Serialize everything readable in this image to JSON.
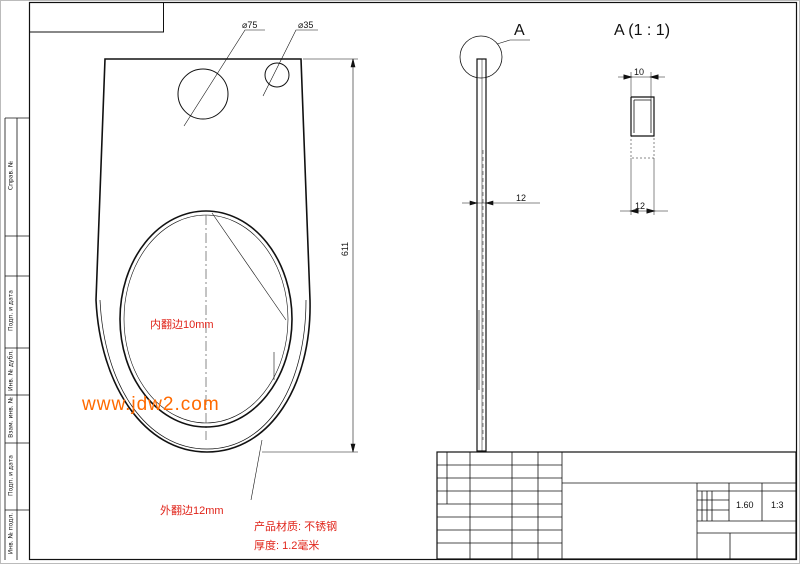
{
  "drawing": {
    "dims": {
      "hole_large": "⌀75",
      "hole_small": "⌀35",
      "height": "611",
      "thickness": "12",
      "detail_top": "10",
      "detail_bottom": "12"
    },
    "view_labels": {
      "section_marker": "A",
      "detail_title": "A (1 : 1)"
    },
    "notes": {
      "inner_flange": "内翻边10mm",
      "outer_flange": "外翻边12mm",
      "material": "产品材质: 不锈钢",
      "thickness": "厚度: 1.2毫米"
    },
    "watermark": "www.jdw2.com",
    "title_block": {
      "mass": "1.60",
      "scale": "1:3"
    },
    "margin_labels": [
      "Справ. №",
      "Подп. и дата",
      "Инв. № дубл.",
      "Взам. инв. №",
      "Подп. и дата",
      "Инв. № подл."
    ],
    "colors": {
      "note_red": "#e0241a",
      "watermark_orange": "#ff6a00",
      "line": "#111111"
    }
  }
}
